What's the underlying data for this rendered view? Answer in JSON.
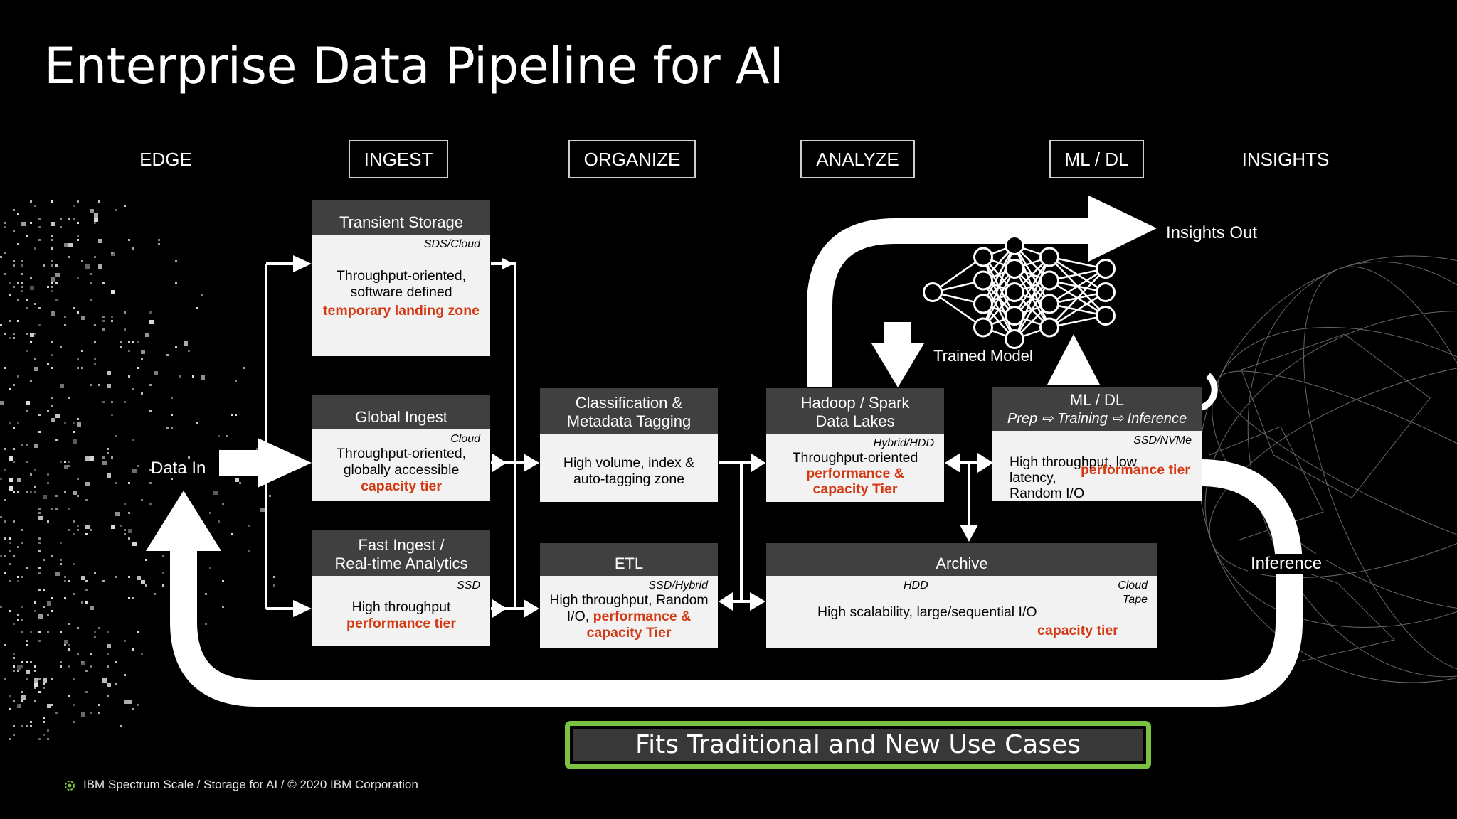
{
  "title": "Enterprise Data Pipeline for AI",
  "stages": {
    "edge": "EDGE",
    "ingest": "INGEST",
    "organize": "ORGANIZE",
    "analyze": "ANALYZE",
    "mldl": "ML / DL",
    "insights": "INSIGHTS"
  },
  "boxes": {
    "transient": {
      "title": "Transient Storage",
      "tag": "SDS/Cloud",
      "body1": "Throughput-oriented,",
      "body2": "software defined",
      "highlight": "temporary landing zone"
    },
    "global": {
      "title": "Global Ingest",
      "tag": "Cloud",
      "body1": "Throughput-oriented,",
      "body2": "globally accessible",
      "highlight": "capacity tier"
    },
    "fast": {
      "title1": "Fast Ingest /",
      "title2": "Real-time Analytics",
      "tag": "SSD",
      "body1": "High throughput",
      "highlight": "performance tier"
    },
    "classification": {
      "title1": "Classification &",
      "title2": "Metadata Tagging",
      "body1": "High volume, index &",
      "body2": "auto-tagging zone"
    },
    "etl": {
      "title": "ETL",
      "tag": "SSD/Hybrid",
      "body1": "High throughput, Random",
      "body2": "I/O, ",
      "highlight1": "performance &",
      "highlight2": "capacity Tier"
    },
    "hadoop": {
      "title1": "Hadoop / Spark",
      "title2": "Data Lakes",
      "tag": "Hybrid/HDD",
      "body1": "Throughput-oriented",
      "highlight1": "performance &",
      "highlight2": "capacity Tier"
    },
    "mldl": {
      "title1": "ML / DL",
      "title2": "Prep ⇨ Training ⇨ Inference",
      "tag": "SSD/NVMe",
      "body1": "High throughput, low",
      "body2": "latency,",
      "highlight": "performance tier",
      "body3": "Random I/O"
    },
    "archive": {
      "title": "Archive",
      "tag_left": "HDD",
      "tag_right1": "Cloud",
      "tag_right2": "Tape",
      "body1": "High scalability, large/sequential I/O",
      "highlight": "capacity tier"
    }
  },
  "labels": {
    "data_in": "Data In",
    "insights_out": "Insights Out",
    "trained_model": "Trained Model",
    "inference": "Inference"
  },
  "banner": "Fits Traditional and New Use Cases",
  "footer": "IBM Spectrum Scale / Storage for AI / © 2020 IBM Corporation",
  "colors": {
    "background": "#000000",
    "box_header": "#404040",
    "box_body": "#f2f2f2",
    "highlight": "#d33a14",
    "banner_border": "#7cc242"
  },
  "neural_net_layers": [
    4,
    5,
    4,
    3
  ]
}
